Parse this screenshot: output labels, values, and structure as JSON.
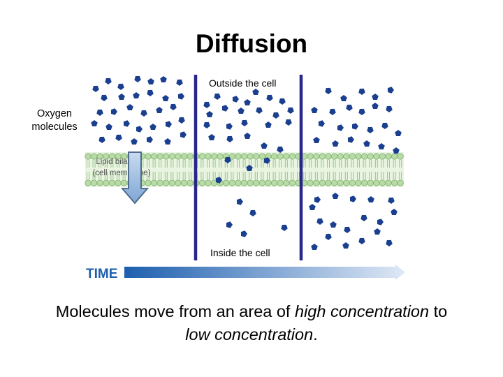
{
  "title": "Diffusion",
  "side_label": {
    "line1": "Oxygen",
    "line2": "molecules"
  },
  "outside_label": "Outside the cell",
  "inside_label": "Inside the cell",
  "membrane_label": {
    "line1": "Lipid bilayer",
    "line2": "(cell membrane)"
  },
  "time_label": "TIME",
  "caption": {
    "p1": "Molecules move from an area of ",
    "p2": "high concentration",
    "p3": " to ",
    "p4": "low concentration",
    "p5": "."
  },
  "colors": {
    "molecule": "#1b3f8f",
    "divider": "#27268a",
    "membrane_head": "#b9dca6",
    "membrane_head_stroke": "#7fae72",
    "arrow": "#8fb3d9",
    "time_bar_start": "#1d5fae",
    "time_bar_end": "#dfe8f6"
  }
}
